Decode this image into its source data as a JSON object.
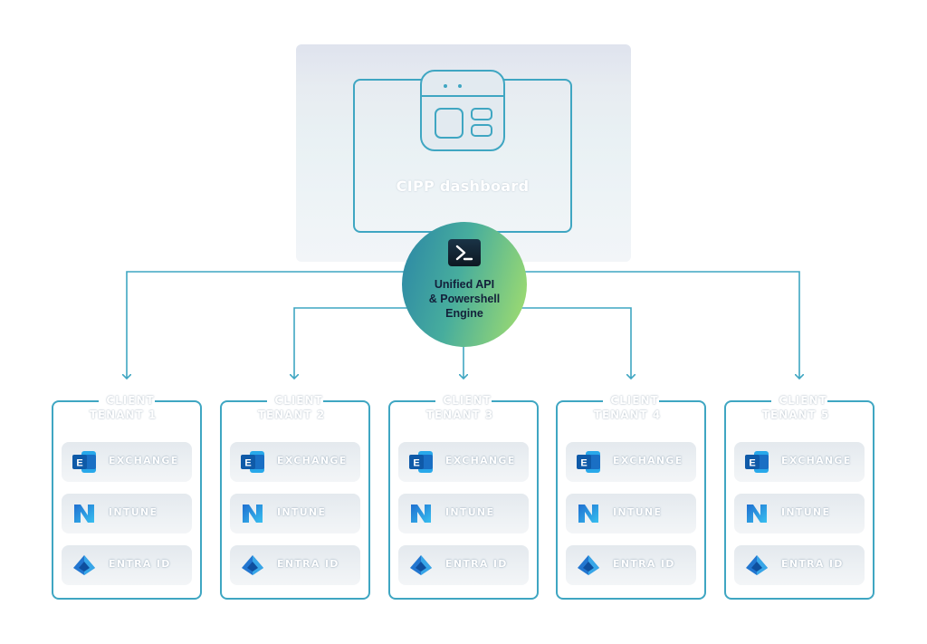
{
  "dashboard": {
    "label": "CIPP dashboard"
  },
  "engine": {
    "label": "Unified API\n& Powershell\nEngine",
    "icon": "powershell-icon"
  },
  "tenants": [
    {
      "title": "CLIENT\nTENANT 1"
    },
    {
      "title": "CLIENT\nTENANT 2"
    },
    {
      "title": "CLIENT\nTENANT 3"
    },
    {
      "title": "CLIENT\nTENANT 4"
    },
    {
      "title": "CLIENT\nTENANT 5"
    }
  ],
  "services": [
    {
      "label": "EXCHANGE",
      "icon": "exchange-icon"
    },
    {
      "label": "INTUNE",
      "icon": "intune-icon"
    },
    {
      "label": "ENTRA ID",
      "icon": "entra-id-icon"
    }
  ],
  "colors": {
    "line": "#3fa6c2",
    "exchange": "#1a6fc4",
    "intune": "#2f9fe0",
    "entra": "#2276d0"
  }
}
